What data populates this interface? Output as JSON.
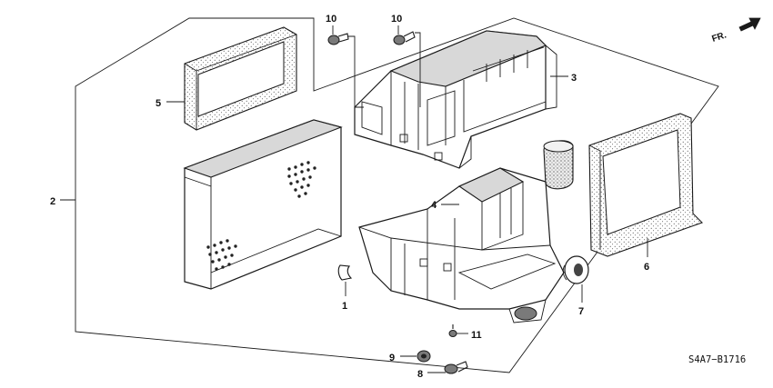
{
  "labels": {
    "p1": "1",
    "p2": "2",
    "p3": "3",
    "p4": "4",
    "p5": "5",
    "p6": "6",
    "p7": "7",
    "p8": "8",
    "p9": "9",
    "p10a": "10",
    "p10b": "10",
    "p11": "11"
  },
  "direction_label": "FR.",
  "diagram_code": "S4A7−B1716"
}
